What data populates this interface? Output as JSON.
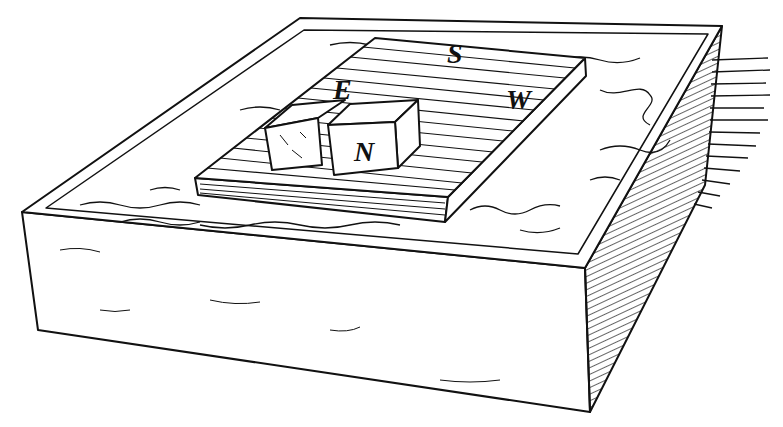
{
  "diagram": {
    "labels": [
      "S",
      "E",
      "W",
      "N"
    ]
  }
}
